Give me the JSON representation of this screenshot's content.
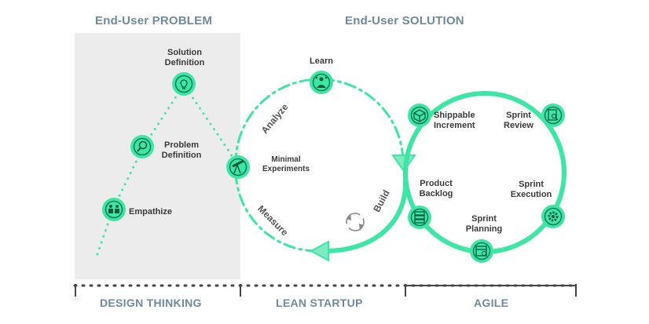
{
  "headers": {
    "problem": "End-User PROBLEM",
    "solution": "End-User SOLUTION"
  },
  "design_thinking": {
    "solution_definition": "Solution Definition",
    "problem_definition": "Problem Definition",
    "empathize": "Empathize"
  },
  "lean_startup": {
    "learn": "Learn",
    "analyze": "Analyze",
    "minimal_experiments": "Minimal Experiments",
    "measure": "Measure",
    "build": "Build"
  },
  "agile": {
    "shippable_increment": "Shippable Increment",
    "sprint_review": "Sprint Review",
    "product_backlog": "Product Backlog",
    "sprint_execution": "Sprint Execution",
    "sprint_planning": "Sprint Planning"
  },
  "footer": {
    "design_thinking": "DESIGN THINKING",
    "lean_startup": "LEAN STARTUP",
    "agile": "AGILE"
  },
  "colors": {
    "accent": "#3ee6a5",
    "icon_ring": "#18b77e",
    "header_text": "#6f8a9c",
    "label_text": "#3a3a3a",
    "panel": "#ececec",
    "timeline": "#444444"
  },
  "icons": [
    "lightbulb-icon",
    "magnifier-icon",
    "people-icon",
    "telescope-icon",
    "learn-person-icon",
    "box-icon",
    "clipboard-search-icon",
    "backlog-stack-icon",
    "gear-icon",
    "calendar-icon",
    "refresh-icon"
  ]
}
